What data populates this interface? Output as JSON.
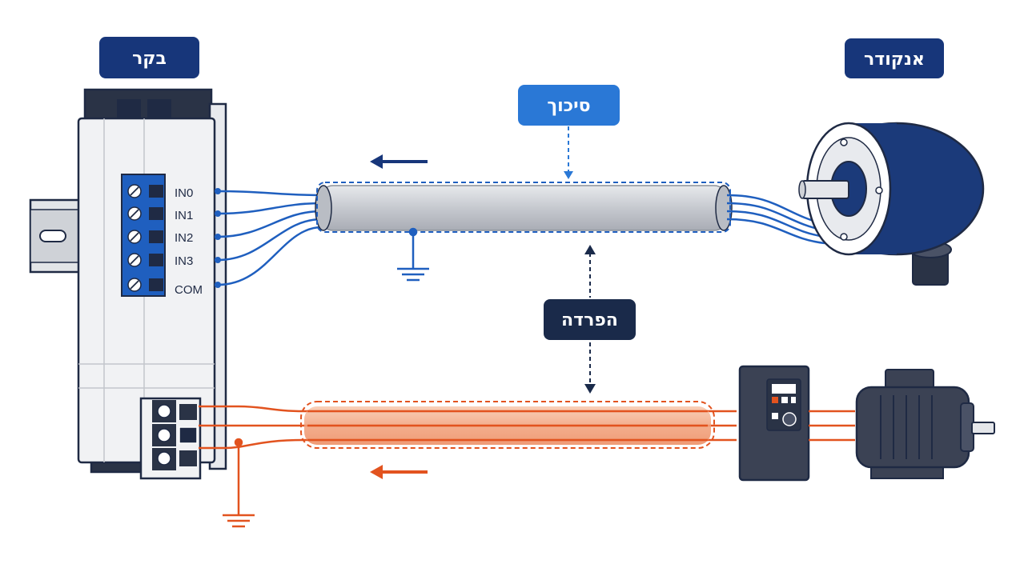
{
  "labels": {
    "controller": "בקר",
    "encoder": "אנקודר",
    "shield": "סיכוך",
    "separation": "הפרדה"
  },
  "terminals": [
    "IN0",
    "IN1",
    "IN2",
    "IN3",
    "COM"
  ],
  "colors": {
    "navy": "#1b3a7a",
    "signal_blue": "#1f5fbf",
    "shield_label": "#2a78d6",
    "power_orange": "#e2531f",
    "cable_gray": "#c9ccd2",
    "separation_label": "#1a2a4a"
  },
  "icons": [
    "ground-icon",
    "arrow-left-icon",
    "vfd-drive-icon",
    "motor-icon",
    "encoder-icon",
    "din-rail-icon"
  ]
}
